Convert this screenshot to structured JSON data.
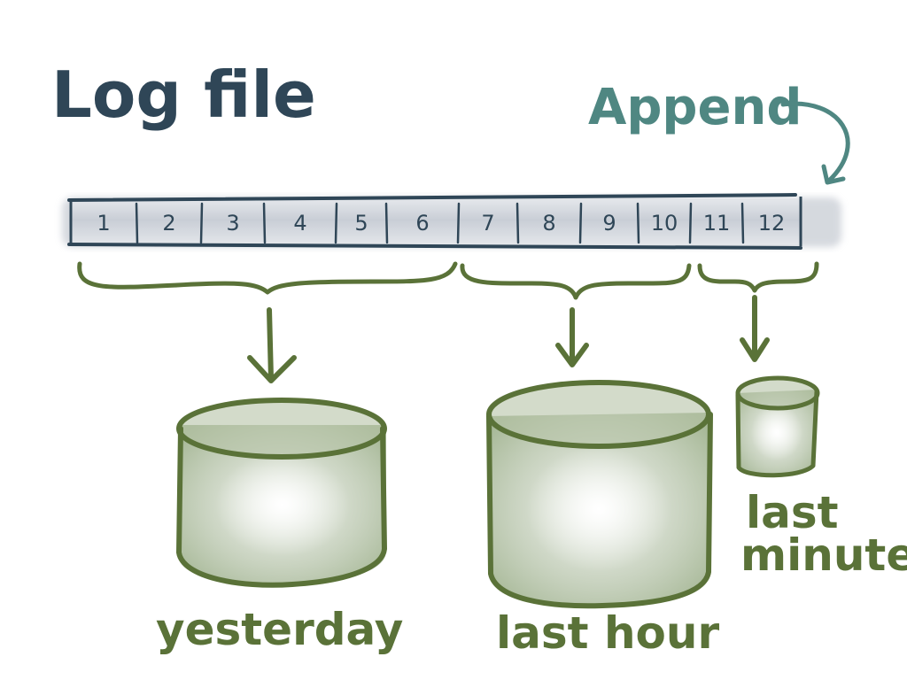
{
  "title": "Log file",
  "append_label": "Append",
  "log_cells": [
    "1",
    "2",
    "3",
    "4",
    "5",
    "6",
    "7",
    "8",
    "9",
    "10",
    "11",
    "12"
  ],
  "buckets": [
    {
      "name": "yesterday",
      "label": "yesterday",
      "range": [
        1,
        6
      ]
    },
    {
      "name": "last-hour",
      "label": "last hour",
      "range": [
        7,
        10
      ]
    },
    {
      "name": "last-minute",
      "label_lines": [
        "last",
        "minute"
      ],
      "range": [
        11,
        12
      ]
    }
  ],
  "colors": {
    "title": "#2f4657",
    "append": "#4f8782",
    "bucket": "#5a7238",
    "bucket_fill": "#9db08a",
    "cell_fill": "#d3d7dd"
  }
}
